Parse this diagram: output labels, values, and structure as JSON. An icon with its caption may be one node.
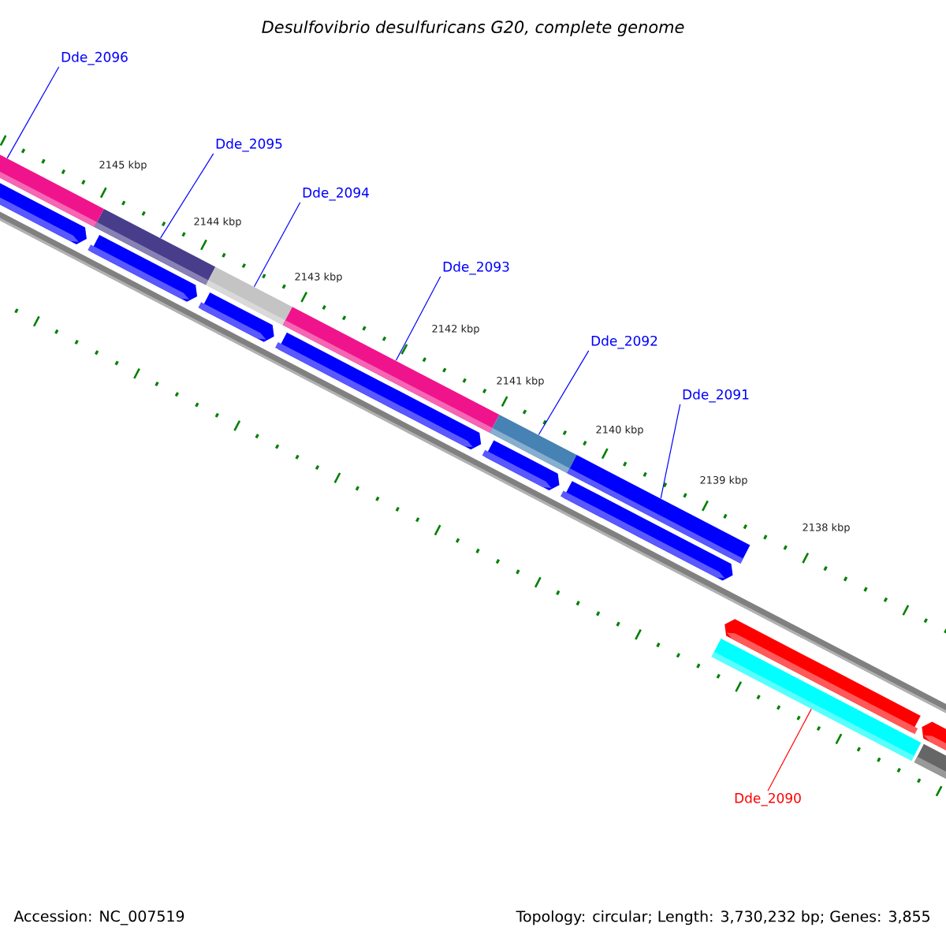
{
  "diagram": {
    "title": "Desulfovibrio desulfuricans G20, complete genome",
    "nodes": [
      {
        "text": [
          "Dde_2096"
        ]
      },
      {
        "text": [
          "Dde_2095"
        ]
      },
      {
        "text": [
          "Dde_2094"
        ]
      },
      {
        "text": [
          "Dde_2093"
        ]
      },
      {
        "text": [
          "Dde_2092"
        ]
      },
      {
        "text": [
          "Dde_2091"
        ]
      },
      {
        "text": [
          "Dde_2090"
        ]
      },
      {
        "text": [],
        "shape": "bar"
      },
      {
        "text": [],
        "shape": "bar"
      },
      {
        "text": [],
        "shape": "bar"
      },
      {
        "text": [],
        "shape": "bar"
      },
      {
        "text": [],
        "shape": "bar"
      },
      {
        "text": [],
        "shape": "bar"
      },
      {
        "text": [],
        "shape": "bar"
      },
      {
        "text": [],
        "shape": "bar"
      },
      {
        "text": [],
        "shape": "bar"
      },
      {
        "text": [],
        "shape": "bar"
      },
      {
        "text": [],
        "shape": "bar"
      },
      {
        "text": [],
        "shape": "bar"
      },
      {
        "text": [],
        "shape": "bar"
      },
      {
        "text": [],
        "shape": "bar"
      },
      {
        "text": [],
        "shape": "bar"
      }
    ],
    "edges": [
      {
        "from": 0,
        "to": 7,
        "arrow": "none"
      },
      {
        "from": 1,
        "to": 8,
        "arrow": "none"
      },
      {
        "from": 2,
        "to": 9,
        "arrow": "none"
      },
      {
        "from": 3,
        "to": 10,
        "arrow": "none"
      },
      {
        "from": 4,
        "to": 11,
        "arrow": "none"
      },
      {
        "from": 5,
        "to": 12,
        "arrow": "none"
      },
      {
        "from": 6,
        "to": 13,
        "arrow": "none",
        "color": "#ff0000"
      }
    ],
    "labels": [
      "2145 kbp",
      "2144 kbp",
      "2143 kbp",
      "2142 kbp",
      "2141 kbp",
      "2140 kbp",
      "2139 kbp",
      "2138 kbp",
      "Accession: NC_007519",
      "Topology: circular; Length: 3,730,232 bp; Genes: 3,855"
    ]
  }
}
